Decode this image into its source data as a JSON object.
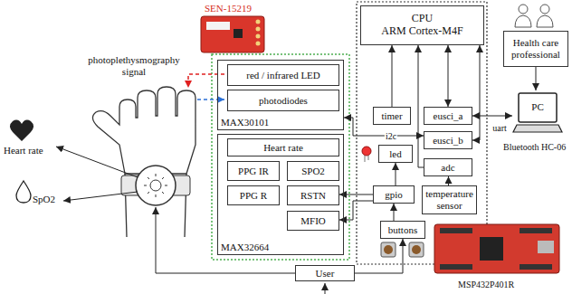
{
  "diagram": {
    "nodes": [
      {
        "text": [
          "MAX30101"
        ]
      },
      {
        "text": [
          "red / infrared LED"
        ],
        "in": 0
      },
      {
        "text": [
          "photodiodes"
        ],
        "in": 0
      },
      {
        "text": [
          "MAX32664"
        ]
      },
      {
        "text": [
          "Heart rate"
        ],
        "in": 3
      },
      {
        "text": [
          "PPG IR"
        ],
        "in": 3
      },
      {
        "text": [
          "SPO2"
        ],
        "in": 3
      },
      {
        "text": [
          "PPG R"
        ],
        "in": 3
      },
      {
        "text": [
          "RSTN"
        ],
        "in": 3
      },
      {
        "text": [
          "MFIO"
        ],
        "in": 3
      },
      {
        "text": [
          "CPU",
          "ARM Cortex-M4F"
        ]
      },
      {
        "text": [
          "Health care professional"
        ]
      },
      {
        "text": [
          "timer"
        ]
      },
      {
        "text": [
          "eusci_a"
        ]
      },
      {
        "text": [
          "eusci_b"
        ]
      },
      {
        "text": [
          "led"
        ]
      },
      {
        "text": [
          "adc"
        ]
      },
      {
        "text": [
          "gpio"
        ]
      },
      {
        "text": [
          "temperature sensor"
        ]
      },
      {
        "text": [
          "buttons"
        ]
      },
      {
        "text": [
          "PC"
        ]
      },
      {
        "text": [
          "User"
        ]
      }
    ],
    "edges": [
      {
        "from": 12,
        "to": 10,
        "arrow": "to"
      },
      {
        "from": 13,
        "to": 10,
        "arrow": "both"
      },
      {
        "from": 14,
        "to": 10,
        "arrow": "both"
      },
      {
        "from": 16,
        "to": 10,
        "arrow": "to"
      },
      {
        "from": 17,
        "to": 15,
        "arrow": "to"
      },
      {
        "from": 18,
        "to": 16,
        "arrow": "to"
      },
      {
        "from": 19,
        "to": 17,
        "arrow": "to"
      },
      {
        "from": 17,
        "to": 8,
        "arrow": "to"
      },
      {
        "from": 17,
        "to": 9,
        "arrow": "to"
      },
      {
        "from": 0,
        "to": 14,
        "label": "i2c",
        "arrow": "both"
      },
      {
        "from": 13,
        "to": 20,
        "label": "uart",
        "arrow": "both"
      },
      {
        "from": 11,
        "to": 20,
        "arrow": "to"
      },
      {
        "from": 21,
        "to": 19,
        "arrow": "to"
      }
    ],
    "labels": [
      "SEN-15219",
      "photoplethysmography signal",
      "Heart rate",
      "SpO2",
      "Bluetooth HC-06",
      "MSP432P401R"
    ]
  }
}
